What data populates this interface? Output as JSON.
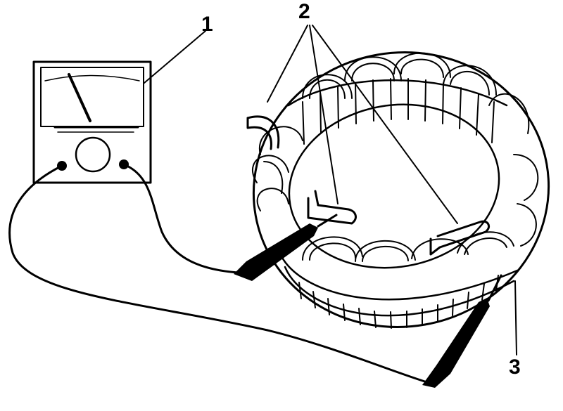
{
  "callouts": {
    "meter": "1",
    "probe_clips": "2",
    "stator": "3"
  }
}
